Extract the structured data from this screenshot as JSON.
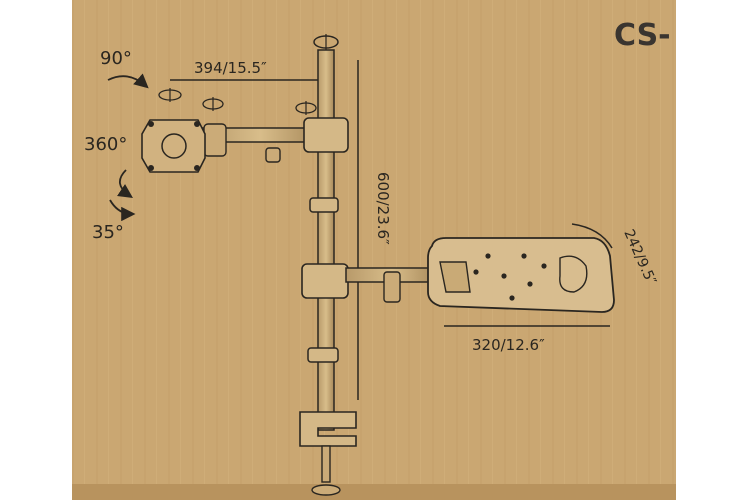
{
  "product_code": "CS-",
  "angles": {
    "tilt_up": "90°",
    "rotate": "360°",
    "tilt_down": "35°"
  },
  "dimensions": {
    "arm_length": "394/15.5″",
    "pole_height": "600/23.6″",
    "tray_width": "320/12.6″",
    "tray_depth": "242/9.5″"
  },
  "colors": {
    "cardboard": "#caa772",
    "cardboard_dark": "#b8935e",
    "ink": "#2a2620",
    "white_border": "#ffffff"
  }
}
